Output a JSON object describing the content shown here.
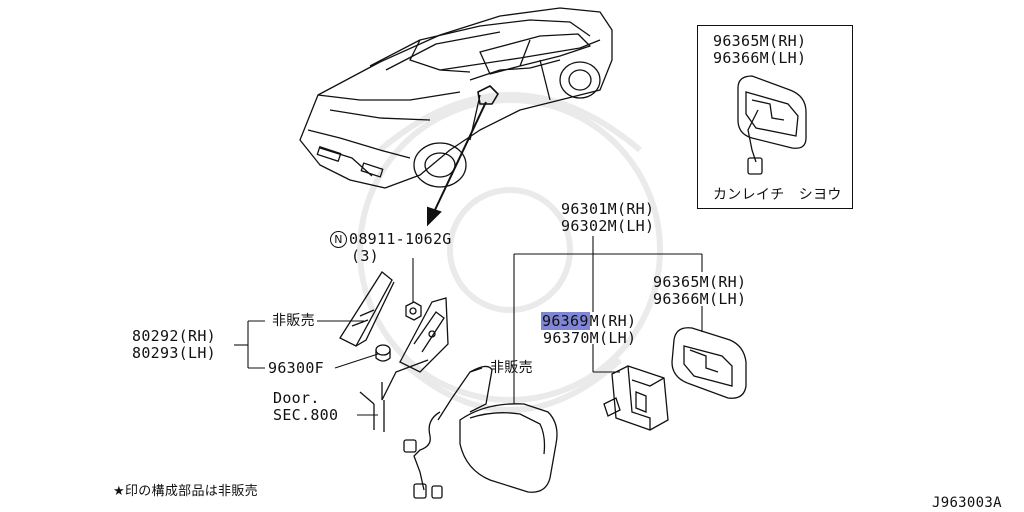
{
  "inset": {
    "part_rh": "96365M(RH)",
    "part_lh": "96366M(LH)",
    "caption": "カンレイチ　シヨウ"
  },
  "labels": {
    "bolt_code": "08911-1062G",
    "bolt_marker": "N",
    "bolt_qty": "(3)",
    "not_sold_1": "非販売",
    "part_80292": "80292(RH)",
    "part_80293": "80293(LH)",
    "part_96300": "96300F",
    "door_ref_1": "Door.",
    "door_ref_2": "SEC.800",
    "part_96301": "96301M(RH)",
    "part_96302": "96302M(LH)",
    "part_96365": "96365M(RH)",
    "part_96366": "96366M(LH)",
    "part_96369_hl": "96369",
    "part_96369_rest": "M(RH)",
    "part_96370": "96370M(LH)",
    "not_sold_2": "非販売",
    "footnote": "★印の構成部品は非販売",
    "diagram_code": "J963003A"
  },
  "colors": {
    "line": "#111111",
    "highlight": "#7f86d6",
    "background": "#ffffff"
  }
}
